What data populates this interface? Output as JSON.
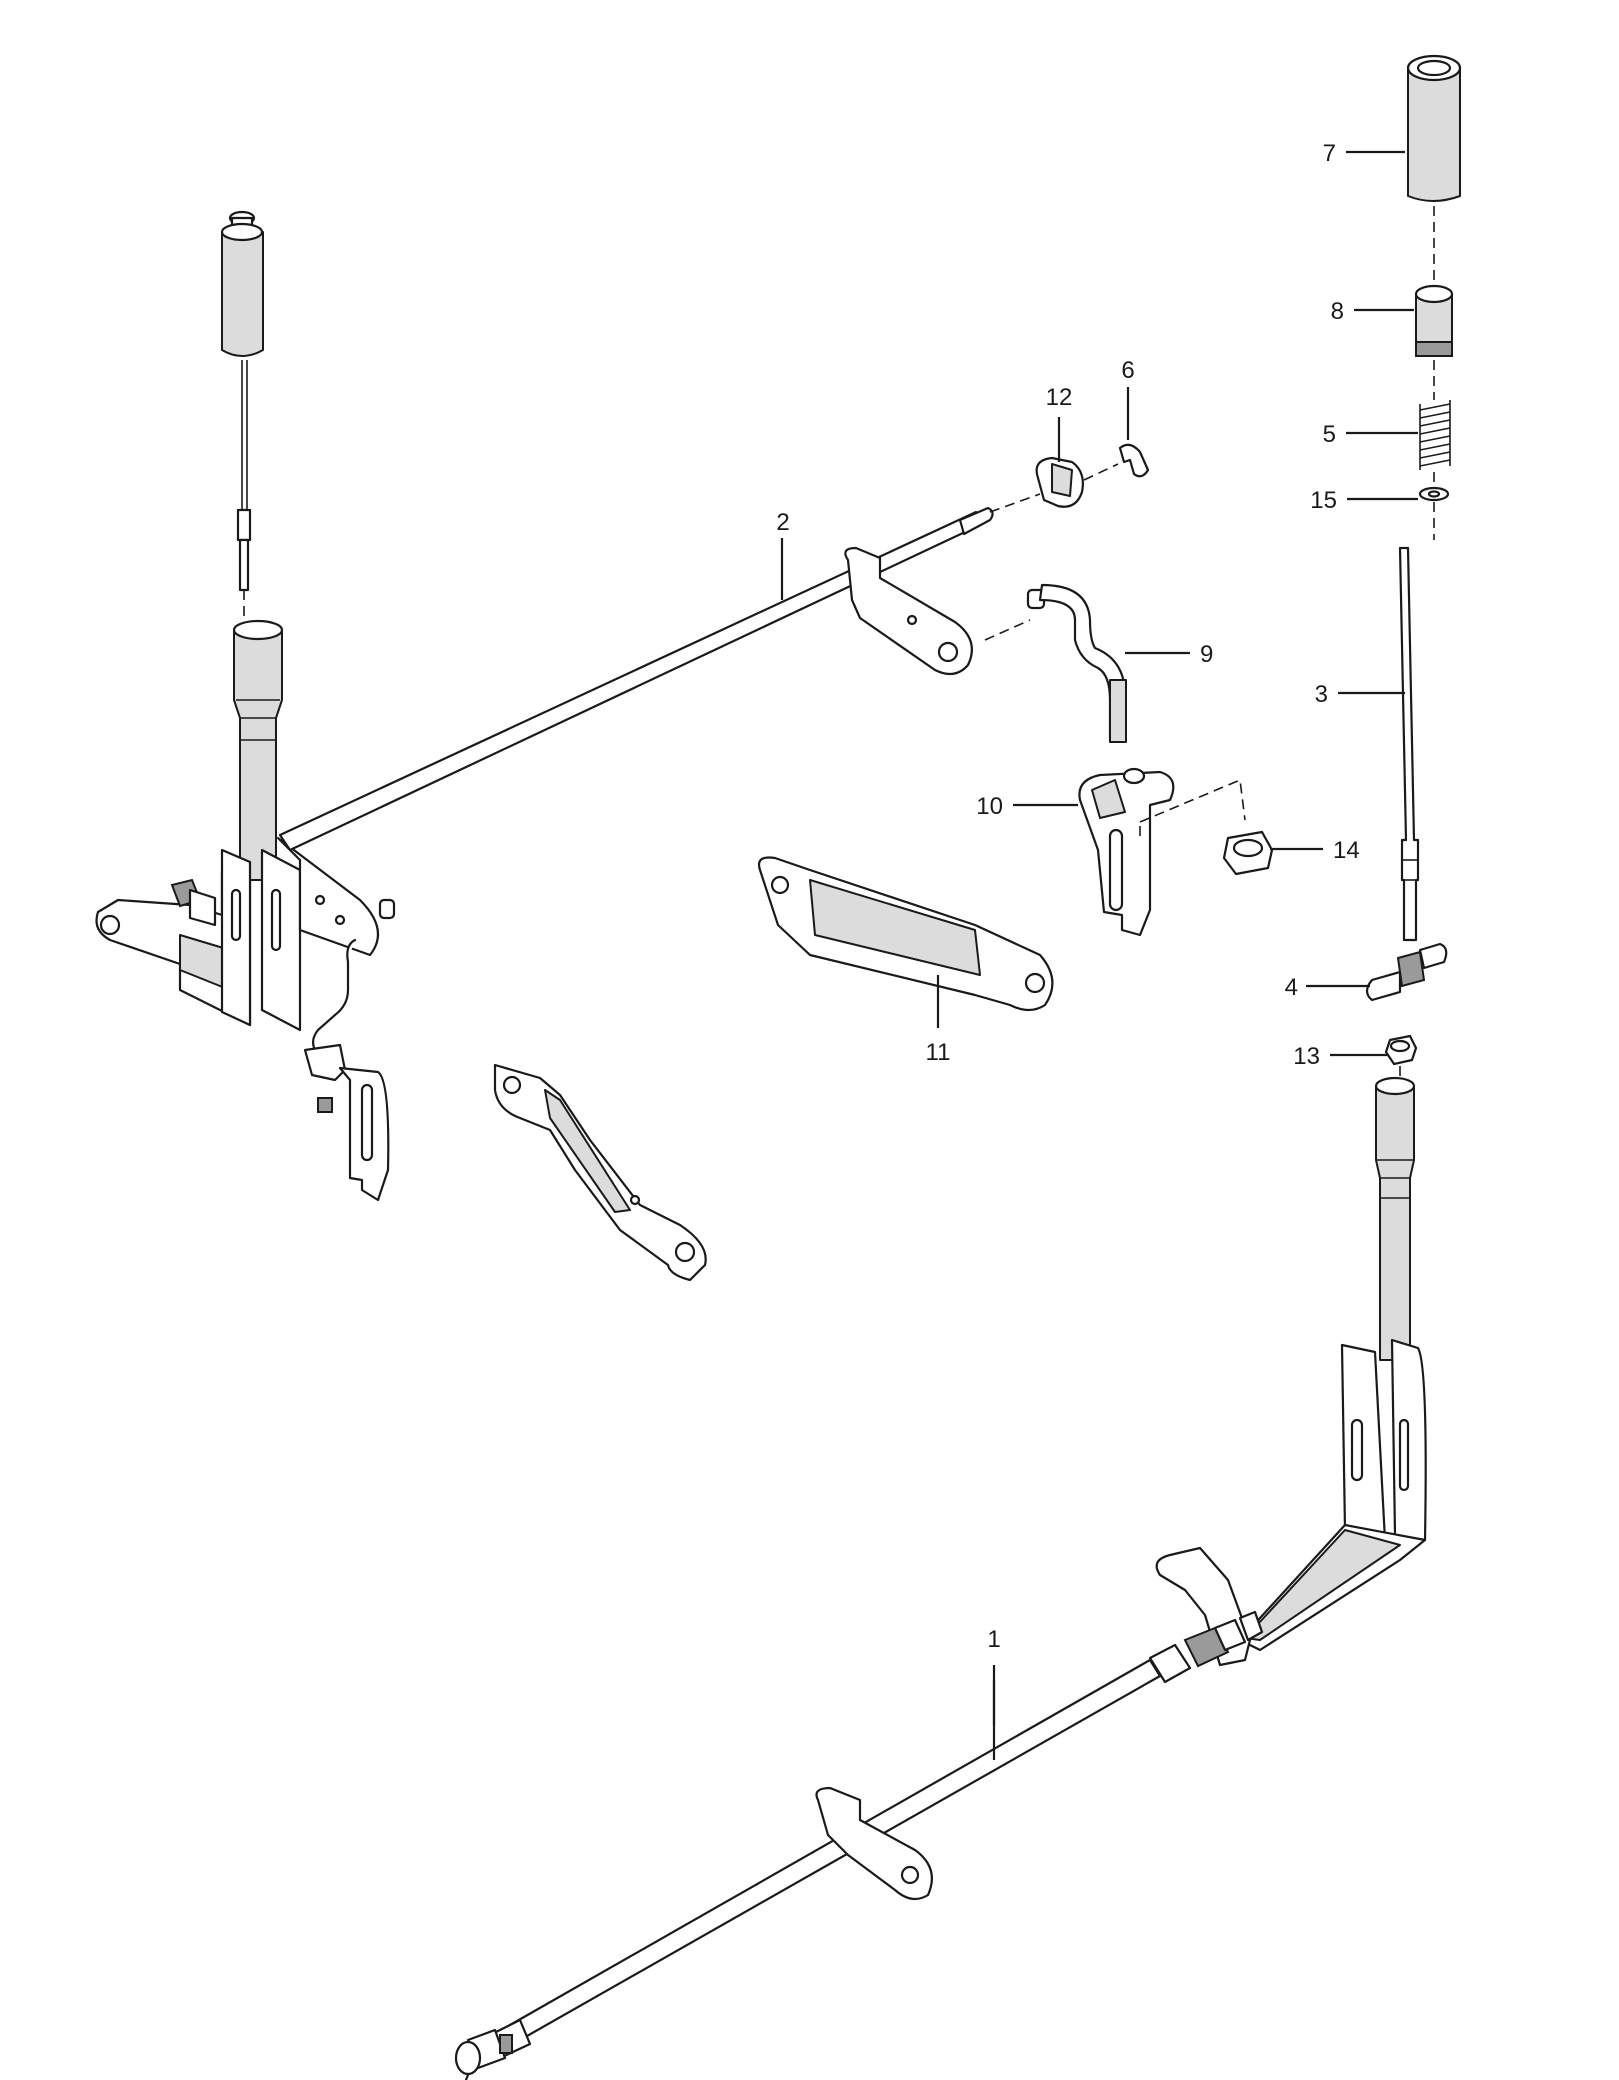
{
  "callouts": [
    {
      "id": "1"
    },
    {
      "id": "2"
    },
    {
      "id": "3"
    },
    {
      "id": "4"
    },
    {
      "id": "5"
    },
    {
      "id": "6"
    },
    {
      "id": "7"
    },
    {
      "id": "8"
    },
    {
      "id": "9"
    },
    {
      "id": "10"
    },
    {
      "id": "11"
    },
    {
      "id": "12"
    },
    {
      "id": "13"
    },
    {
      "id": "14"
    },
    {
      "id": "15"
    }
  ]
}
